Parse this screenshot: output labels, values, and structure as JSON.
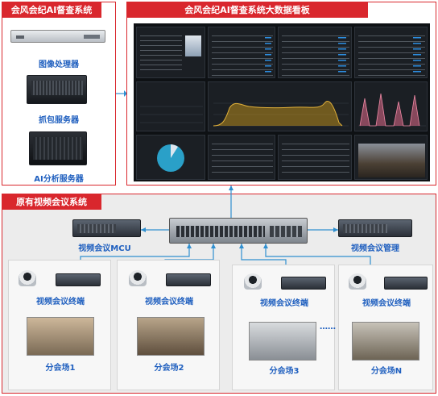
{
  "top_left": {
    "title": "会风会纪AI督查系统",
    "devices": [
      {
        "label": "图像处理器"
      },
      {
        "label": "抓包服务器"
      },
      {
        "label": "AI分析服务器"
      }
    ]
  },
  "dashboard": {
    "title": "会风会纪AI督查系统大数据看板"
  },
  "bottom": {
    "title": "原有视频会议系统",
    "mcu_label": "视频会议MCU",
    "mgmt_label": "视频会议管理",
    "terminals": [
      {
        "label": "视频会议终端",
        "room": "分会场1"
      },
      {
        "label": "视频会议终端",
        "room": "分会场2"
      },
      {
        "label": "视频会议终端",
        "room": "分会场3"
      },
      {
        "label": "视频会议终端",
        "room": "分会场N"
      }
    ],
    "ellipsis": "……"
  },
  "colors": {
    "red": "#d9272d",
    "blue_label": "#1f5fbf",
    "connector": "#2f8fd0",
    "panel_bg": "#1b1f24",
    "gold": "#d9a21b",
    "pink": "#e06a8a",
    "cyan": "#2aa0c8"
  }
}
